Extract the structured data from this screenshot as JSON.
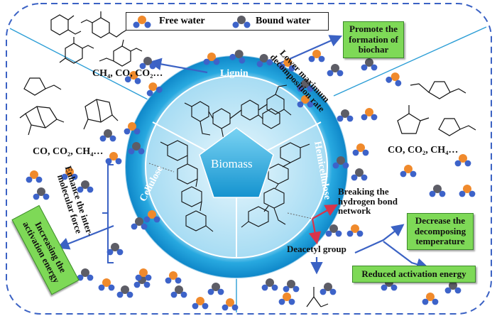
{
  "legend": {
    "free_water": "Free water",
    "bound_water": "Bound water"
  },
  "center": {
    "title": "Biomass"
  },
  "ring_labels": {
    "lignin": "Lignin",
    "cellulose": "Cellulose",
    "hemicellulose": "Hemicellulose"
  },
  "lignin_products": "CH₄, CO, CO₂…",
  "cellulose_products": "CO, CO₂, CH₄…",
  "hemicellulose_products": "CO, CO₂, CH₄…",
  "annotations": {
    "lower_rate": [
      "Lower maximum",
      "decomposition rate"
    ],
    "enhance_force": [
      "Enhance the inter-",
      "molecular force"
    ],
    "breaking_hbond": [
      "Breaking the",
      "hydrogen bond",
      "network"
    ],
    "deacetyl": "Deacetyl group"
  },
  "boxes": {
    "biochar": [
      "Promote the",
      "formation of",
      "biochar"
    ],
    "activation_increase": [
      "Increasing the",
      "activation energy"
    ],
    "decrease_temp": [
      "Decrease the",
      "decomposing",
      "temperature"
    ],
    "reduced_activation": "Reduced activation energy"
  },
  "colors": {
    "dashed_border": "#3b62c4",
    "free_water": "#f08a2c",
    "hydrogen": "#3d63c9",
    "bound_water": "#5d5d66",
    "ring": "#1aa3de",
    "box_fill": "#7ed957",
    "arrow": "#3b62c4",
    "red_arrow": "#d8344a"
  }
}
